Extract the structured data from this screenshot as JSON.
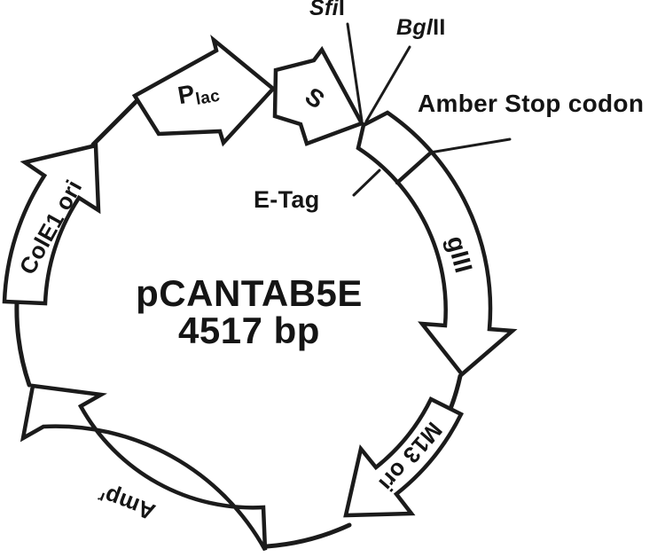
{
  "figure": {
    "title_line1": "pCANTAB5E",
    "title_line2": "4517 bp",
    "labels": {
      "sfi_italic": "Sfi",
      "sfi_roman": "I",
      "bgl_italic": "Bgl",
      "bgl_roman": "II",
      "amber": "Amber Stop codon",
      "etag": "E-Tag",
      "plac_main": "P",
      "plac_sub": "lac",
      "signal": "S",
      "gene3": "gIII",
      "m13": "M13 ori",
      "amp_main": "Amp",
      "amp_sup": "r",
      "cole1": "ColE1 ori"
    },
    "colors": {
      "ink": "#1b1b1b",
      "arrow_fill": "#ffffff",
      "background": "#ffffff"
    }
  }
}
